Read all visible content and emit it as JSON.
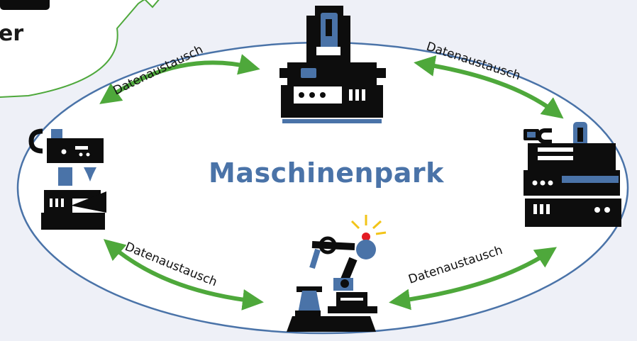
{
  "diagram": {
    "center_label": "Maschinenpark",
    "bubble_text": "er",
    "edge_label": "Datenaustausch",
    "colors": {
      "ellipse": "#4a73a8",
      "arrow": "#4ea83b",
      "machine": "#0d0d0d",
      "accent": "#4a73a8",
      "highlight": "#e31b23",
      "spark": "#f2c418"
    },
    "nodes": [
      {
        "id": "top-machine",
        "icon": "cnc-milling-machine-icon"
      },
      {
        "id": "left-machine",
        "icon": "drill-press-icon"
      },
      {
        "id": "right-machine",
        "icon": "cnc-lathe-icon"
      },
      {
        "id": "bottom-machine",
        "icon": "robot-arm-icon"
      }
    ],
    "edges": [
      {
        "from": "left-machine",
        "to": "top-machine",
        "label": "Datenaustausch"
      },
      {
        "from": "top-machine",
        "to": "right-machine",
        "label": "Datenaustausch"
      },
      {
        "from": "left-machine",
        "to": "bottom-machine",
        "label": "Datenaustausch"
      },
      {
        "from": "bottom-machine",
        "to": "right-machine",
        "label": "Datenaustausch"
      }
    ]
  }
}
